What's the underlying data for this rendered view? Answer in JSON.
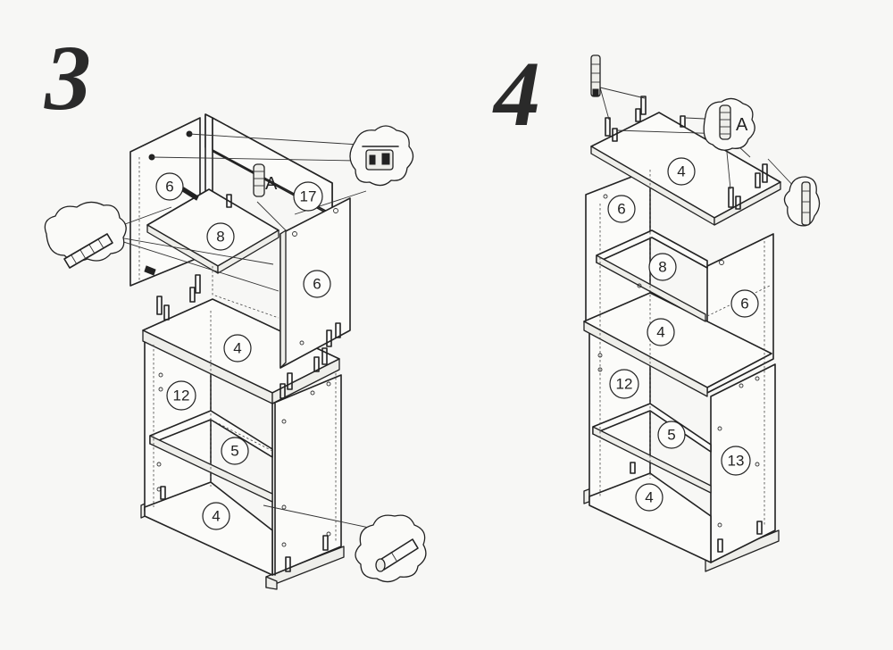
{
  "steps": [
    {
      "number": "3"
    },
    {
      "number": "4"
    }
  ],
  "hardware_tags": {
    "a_step3": "A",
    "a_step4": "A"
  },
  "step3_labels": {
    "p6_left": "6",
    "p17": "17",
    "p8": "8",
    "p6_right": "6",
    "p4_top": "4",
    "p12": "12",
    "p5": "5",
    "p4_bottom": "4"
  },
  "step4_labels": {
    "p4_top": "4",
    "p6_left": "6",
    "p8": "8",
    "p6_right": "6",
    "p4_mid": "4",
    "p12": "12",
    "p5": "5",
    "p13": "13",
    "p4_bottom": "4"
  }
}
